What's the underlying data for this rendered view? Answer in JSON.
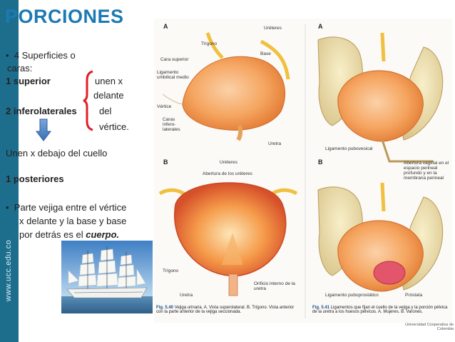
{
  "slide": {
    "title": "PORCIONES",
    "bullet1": "4 Superficies o",
    "bullet1_cont": "caras:",
    "sup_label": "1 superior",
    "inf_label": "2 inferolaterales",
    "brace_lines": [
      "unen x",
      "delante",
      "del",
      "vértice."
    ],
    "below_neck": "Unen x debajo del cuello",
    "post_label": "1 posteriores",
    "bullet2_line1": "Parte vejiga entre el vértice",
    "bullet2_line2": "x delante y la base y base",
    "bullet2_line3_pre": "por detrás es el ",
    "bullet2_line3_em": "cuerpo.",
    "sidebar_url": "www.ucc.edu.co"
  },
  "figure_left": {
    "letter_a": "A",
    "letter_b": "B",
    "labels_a": [
      "Uréteres",
      "Trígono",
      "Base",
      "Cara superior",
      "Ligamento umbilical medio",
      "Vértice",
      "Caras infero- laterales",
      "Uretra"
    ],
    "labels_b": [
      "Uréteres",
      "Abertura de los uréteres",
      "Trígono",
      "Uretra",
      "Orificio interno de la uretra"
    ],
    "caption_num": "Fig. 5.40",
    "caption": "Vejiga urinaria. A. Vista superolateral. B. Trígono. Vista anterior con la parte anterior de la vejiga seccionada."
  },
  "figure_right": {
    "letter_a": "A",
    "letter_b": "B",
    "labels_a": [
      "Ligamento pubovesical",
      "Abertura vaginal en el espacio perineal profundo y en la membrana perineal"
    ],
    "labels_b": [
      "Ligamento puboprostático",
      "Próstata"
    ],
    "caption_num": "Fig. 5.41",
    "caption": "Ligamentos que fijan el cuello de la vejiga y la porción pélvica de la uretra a los huesos pélvicos. A. Mujeres. B. Varones.",
    "stamp": "Universidad Cooperativa de Colombia"
  },
  "colors": {
    "title": "#1c7ab3",
    "sidebar": "#1d6e8c",
    "brace": "#e0202a",
    "arrow": "#4f86c6",
    "bladder": "#f29a55"
  }
}
